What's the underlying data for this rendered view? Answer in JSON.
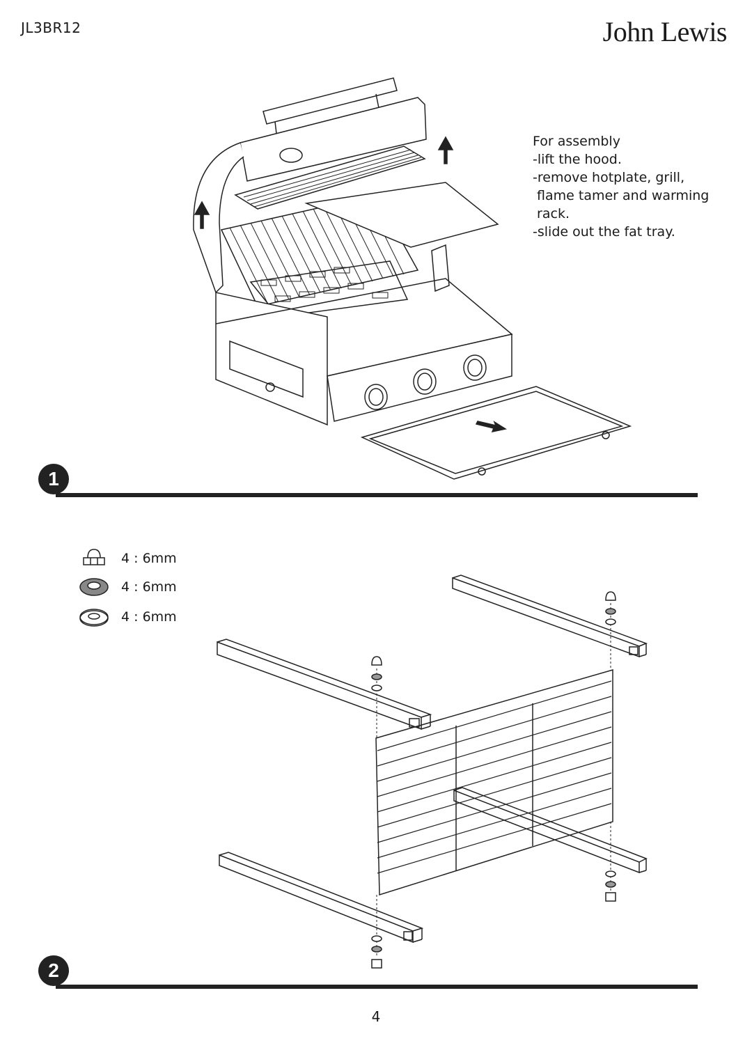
{
  "header": {
    "model_code": "JL3BR12",
    "brand": "John Lewis"
  },
  "step1": {
    "number": "1",
    "instructions": [
      "For assembly",
      "-lift the hood.",
      "-remove hotplate, grill,",
      " flame tamer and warming",
      " rack.",
      "-slide out the fat tray."
    ]
  },
  "step2": {
    "number": "2",
    "fasteners": [
      {
        "icon": "cap-nut-icon",
        "label": "4 : 6mm"
      },
      {
        "icon": "spring-washer-icon",
        "label": "4 : 6mm"
      },
      {
        "icon": "flat-washer-icon",
        "label": "4 : 6mm"
      }
    ]
  },
  "footer": {
    "page_number": "4"
  }
}
